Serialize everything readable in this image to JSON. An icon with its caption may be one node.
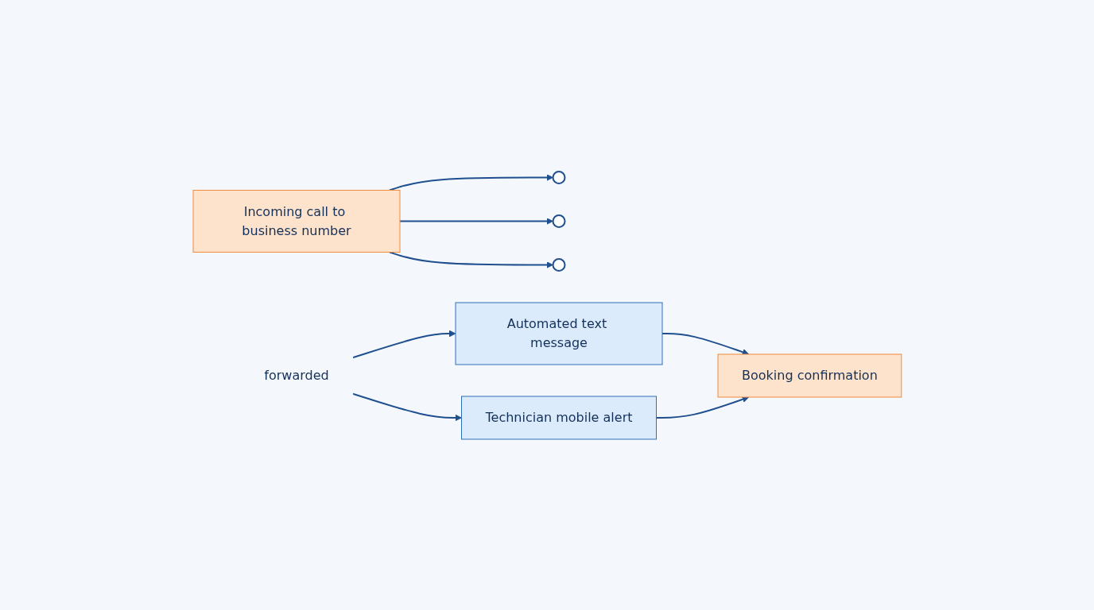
{
  "diagram": {
    "nodes": [
      {
        "text": [
          "Incoming call to business number"
        ]
      },
      {
        "text": [],
        "shape": "circle"
      },
      {
        "text": [],
        "shape": "circle"
      },
      {
        "text": [],
        "shape": "circle"
      },
      {
        "text": [
          "forwarded"
        ]
      },
      {
        "text": [
          "Automated text message"
        ]
      },
      {
        "text": [
          "Technician mobile alert"
        ]
      },
      {
        "text": [
          "Booking confirmation"
        ]
      }
    ],
    "edges": [
      {
        "from": 0,
        "to": 1,
        "arrow": "to"
      },
      {
        "from": 0,
        "to": 2,
        "arrow": "to"
      },
      {
        "from": 0,
        "to": 3,
        "arrow": "to"
      },
      {
        "from": 4,
        "to": 5,
        "arrow": "to"
      },
      {
        "from": 4,
        "to": 6,
        "arrow": "to"
      },
      {
        "from": 5,
        "to": 7,
        "arrow": "to"
      },
      {
        "from": 6,
        "to": 7,
        "arrow": "to"
      }
    ]
  }
}
